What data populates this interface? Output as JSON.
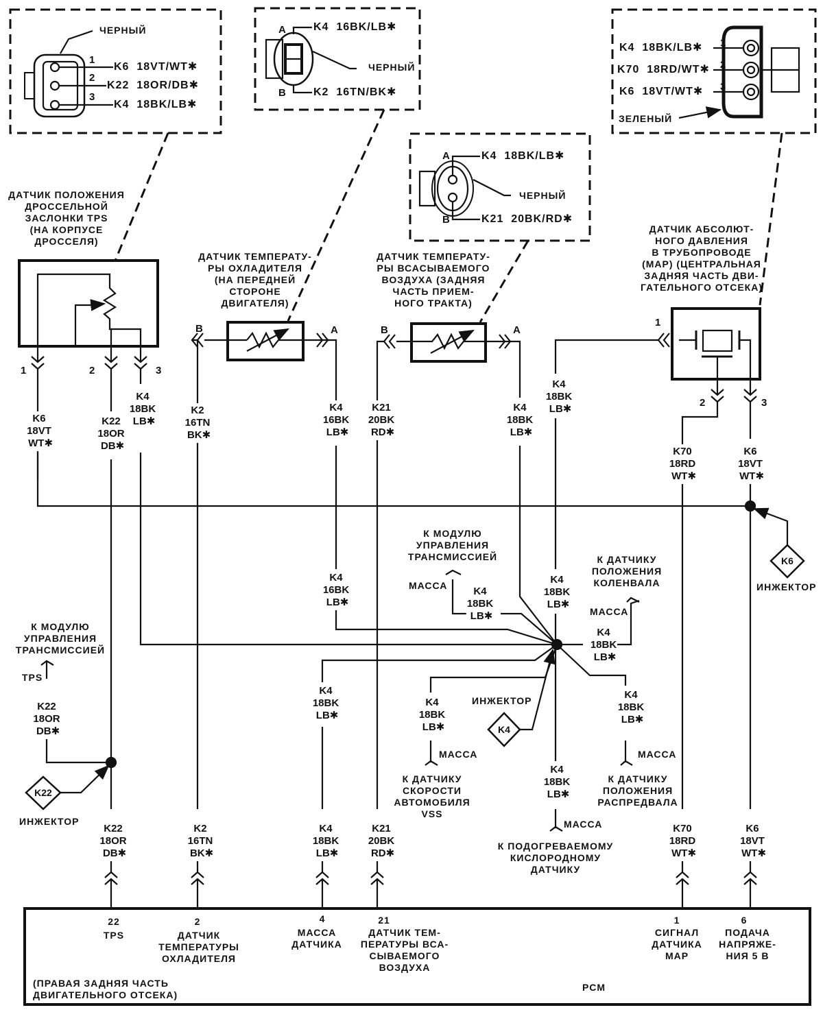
{
  "connectors": {
    "tps": {
      "color_label": "ЧЕРНЫЙ",
      "pins": [
        {
          "num": "1",
          "wire": "K6  18VT/WT✱"
        },
        {
          "num": "2",
          "wire": "K22  18OR/DB✱"
        },
        {
          "num": "3",
          "wire": "K4  18BK/LB✱"
        }
      ]
    },
    "coolant": {
      "color_label": "ЧЕРНЫЙ",
      "pins": [
        {
          "num": "A",
          "wire": "K4  16BK/LB✱"
        },
        {
          "num": "B",
          "wire": "K2  16TN/BK✱"
        }
      ]
    },
    "intake_air": {
      "color_label": "ЧЕРНЫЙ",
      "pins": [
        {
          "num": "A",
          "wire": "K4  18BK/LB✱"
        },
        {
          "num": "B",
          "wire": "K21  20BK/RD✱"
        }
      ]
    },
    "map": {
      "color_label": "ЗЕЛЕНЫЙ",
      "pins": [
        {
          "num": "1",
          "wire": "K4  18BK/LB✱"
        },
        {
          "num": "2",
          "wire": "K70  18RD/WT✱"
        },
        {
          "num": "3",
          "wire": "K6  18VT/WT✱"
        }
      ]
    }
  },
  "components": {
    "tps": {
      "label": "ДАТЧИК ПОЛОЖЕНИЯ\nДРОССЕЛЬНОЙ\nЗАСЛОНКИ TPS\n(НА КОРПУСЕ\nДРОССЕЛЯ)",
      "pins": [
        "1",
        "2",
        "3"
      ]
    },
    "coolant": {
      "label": "ДАТЧИК ТЕМПЕРАТУ-\nРЫ ОХЛАДИТЕЛЯ\n(НА ПЕРЕДНЕЙ\nСТОРОНЕ\nДВИГАТЕЛЯ)",
      "pin_b": "B",
      "pin_a": "A"
    },
    "intake_air": {
      "label": "ДАТЧИК ТЕМПЕРАТУ-\nРЫ ВСАСЫВАЕМОГО\nВОЗДУХА (ЗАДНЯЯ\nЧАСТЬ ПРИЕМ-\nНОГО ТРАКТА)",
      "pin_b": "B",
      "pin_a": "A"
    },
    "map": {
      "label": "ДАТЧИК АБСОЛЮТ-\nНОГО ДАВЛЕНИЯ\nВ ТРУБОПРОВОДЕ\n(MAP) (ЦЕНТРАЛЬНАЯ\nЗАДНЯЯ ЧАСТЬ ДВИ-\nГАТЕЛЬНОГО ОТСЕКА)",
      "pins": [
        "1",
        "2",
        "3"
      ]
    }
  },
  "wire_labels": {
    "k6_top": "K6\n18VT\n WT✱",
    "k22_top": "K22\n18OR\n DB✱",
    "k4_tps": "K4\n18BK\n LB✱",
    "k2_top": "K2\n16TN\n BK✱",
    "k4_cool_top": "K4\n16BK\n LB✱",
    "k21_top": "K21\n20BK\n RD✱",
    "k4_air_top": "K4\n18BK\n LB✱",
    "k4_map_top": "K4\n18BK\n LB✱",
    "k70_top": "K70\n18RD\n WT✱",
    "k6_map_top": "K6\n18VT\n WT✱",
    "k4_cool_mid": "K4\n16BK\n LB✱",
    "k4_trans": "K4\n18BK\n LB✱",
    "k4_map_mid": "K4\n18BK\n LB✱",
    "k4_crank": "K4\n18BK\n LB✱",
    "k22_tps_branch": "K22\n18OR\n DB✱",
    "k4_pcm_left": "K4\n18BK\n LB✱",
    "k4_vss": "K4\n18BK\n LB✱",
    "k4_cam": "K4\n18BK\n LB✱",
    "k4_o2": "K4\n18BK\n LB✱",
    "k22_bot": "K22\n18OR\n DB✱",
    "k2_bot": "K2\n16TN\n BK✱",
    "k4_bot": "K4\n18BK\n LB✱",
    "k21_bot": "K21\n20BK\n RD✱",
    "k70_bot": "K70\n18RD\n WT✱",
    "k6_bot": "K6\n18VT\n WT✱"
  },
  "annotations": {
    "trans_module_top": "К МОДУЛЮ\nУПРАВЛЕНИЯ\nТРАНСМИССИЕЙ",
    "trans_ground": "МАССА",
    "crank_label": "К ДАТЧИКУ\nПОЛОЖЕНИЯ\nКОЛЕНВАЛА",
    "crank_ground": "МАССА",
    "trans_module_left": "К МОДУЛЮ\nУПРАВЛЕНИЯ\nТРАНСМИССИЕЙ",
    "tps_tag": "TPS",
    "vss_ground": "МАССА",
    "vss_label": "К ДАТЧИКУ\nСКОРОСТИ\nАВТОМОБИЛЯ\nVSS",
    "cam_ground": "МАССА",
    "cam_label": "К ДАТЧИКУ\nПОЛОЖЕНИЯ\nРАСПРЕДВАЛА",
    "o2_ground": "МАССА",
    "o2_label": "К ПОДОГРЕВАЕМОМУ\nКИСЛОРОДНОМУ\nДАТЧИКУ"
  },
  "injectors": [
    {
      "id": "k6",
      "code": "K6",
      "label": "ИНЖЕКТОР"
    },
    {
      "id": "k4",
      "code": "K4",
      "label": "ИНЖЕКТОР"
    },
    {
      "id": "k22",
      "code": "K22",
      "label": "ИНЖЕКТОР"
    }
  ],
  "pcm": {
    "name": "PCM",
    "location": "(ПРАВАЯ ЗАДНЯЯ ЧАСТЬ\nДВИГАТЕЛЬНОГО ОТСЕКА)",
    "terminals": [
      {
        "num": "22",
        "label": "TPS"
      },
      {
        "num": "2",
        "label": "ДАТЧИК\nТЕМПЕРАТУРЫ\nОХЛАДИТЕЛЯ"
      },
      {
        "num": "4",
        "label": "МАССА\nДАТЧИКА"
      },
      {
        "num": "21",
        "label": "ДАТЧИК ТЕМ-\nПЕРАТУРЫ ВСА-\nСЫВАЕМОГО\nВОЗДУХА"
      },
      {
        "num": "1",
        "label": "СИГНАЛ\nДАТЧИКА\nMAP"
      },
      {
        "num": "6",
        "label": "ПОДАЧА\nНАПРЯЖЕ-\nНИЯ 5 В"
      }
    ]
  }
}
